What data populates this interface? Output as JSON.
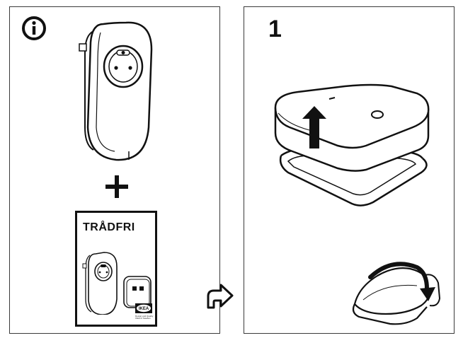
{
  "left_panel": {
    "info_icon": "info-icon",
    "plus_symbol": "plus-icon",
    "booklet": {
      "title": "TRÅDFRI",
      "brand": "IKEA",
      "fine_print": "Design and Quality IKEA of Sweden"
    }
  },
  "right_panel": {
    "step_number": "1"
  },
  "next_arrow_icon": "arrow-right-outline-icon"
}
